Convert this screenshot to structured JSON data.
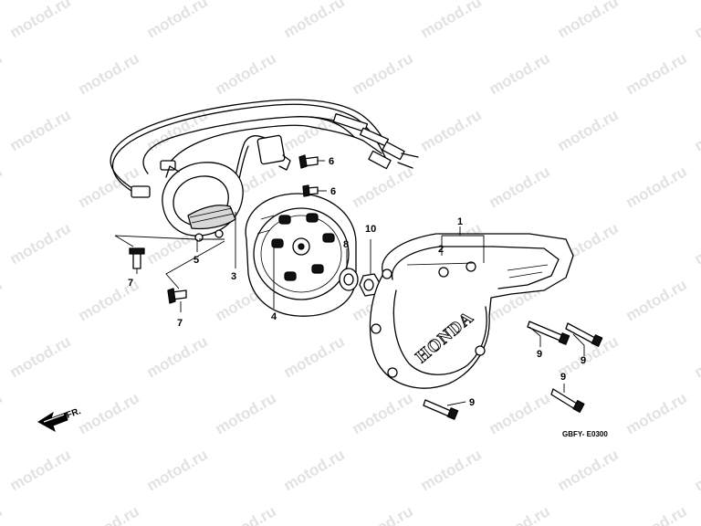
{
  "watermark": {
    "text": "motod.ru"
  },
  "callouts": {
    "c1": "1",
    "c2": "2",
    "c3": "3",
    "c4": "4",
    "c5": "5",
    "c6a": "6",
    "c6b": "6",
    "c7a": "7",
    "c7b": "7",
    "c8": "8",
    "c10": "10",
    "c9a": "9",
    "c9b": "9",
    "c9c": "9",
    "c9d": "9"
  },
  "cover": {
    "brand": "HONDA"
  },
  "direction": {
    "label": "FR."
  },
  "diagram_code": "GBFY- E0300",
  "icons": [
    "front-direction-arrow-icon"
  ]
}
